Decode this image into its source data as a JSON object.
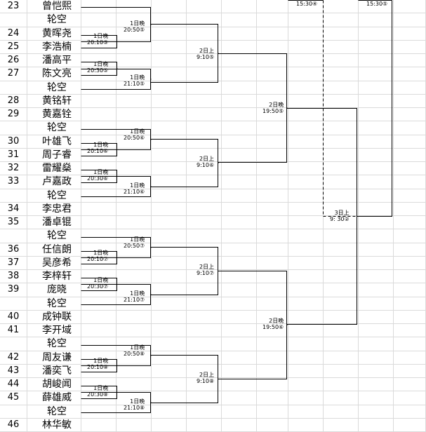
{
  "players": [
    {
      "num": "23",
      "name": "曾恺熙"
    },
    {
      "num": "",
      "name": "轮空"
    },
    {
      "num": "24",
      "name": "黄晖尧"
    },
    {
      "num": "25",
      "name": "李浩楠"
    },
    {
      "num": "26",
      "name": "潘高平"
    },
    {
      "num": "27",
      "name": "陈文亮"
    },
    {
      "num": "",
      "name": "轮空"
    },
    {
      "num": "28",
      "name": "黄铭轩"
    },
    {
      "num": "29",
      "name": "黄嘉铨"
    },
    {
      "num": "",
      "name": "轮空"
    },
    {
      "num": "30",
      "name": "叶雄飞"
    },
    {
      "num": "31",
      "name": "周子睿"
    },
    {
      "num": "32",
      "name": "雷耀燊"
    },
    {
      "num": "33",
      "name": "卢嘉政"
    },
    {
      "num": "",
      "name": "轮空"
    },
    {
      "num": "34",
      "name": "李忠君"
    },
    {
      "num": "35",
      "name": "潘卓锟"
    },
    {
      "num": "",
      "name": "轮空"
    },
    {
      "num": "36",
      "name": "任信朗"
    },
    {
      "num": "37",
      "name": "吴彦希"
    },
    {
      "num": "38",
      "name": "李梓轩"
    },
    {
      "num": "39",
      "name": "庞晓"
    },
    {
      "num": "",
      "name": "轮空"
    },
    {
      "num": "40",
      "name": "成钟联"
    },
    {
      "num": "41",
      "name": "李开域"
    },
    {
      "num": "",
      "name": "轮空"
    },
    {
      "num": "42",
      "name": "周友谦"
    },
    {
      "num": "43",
      "name": "潘奕飞"
    },
    {
      "num": "44",
      "name": "胡峻闻"
    },
    {
      "num": "45",
      "name": "薛雄威"
    },
    {
      "num": "",
      "name": "轮空"
    },
    {
      "num": "46",
      "name": "林华敏"
    }
  ],
  "labels": {
    "r1_1": {
      "day": "1日晚",
      "time": "20:10⑤"
    },
    "r1_2": {
      "day": "1日晚",
      "time": "20:30⑤"
    },
    "r1_3": {
      "day": "1日晚",
      "time": "20:10⑥"
    },
    "r1_4": {
      "day": "1日晚",
      "time": "20:30⑥"
    },
    "r1_5": {
      "day": "1日晚",
      "time": "20:10⑦"
    },
    "r1_6": {
      "day": "1日晚",
      "time": "20:30⑦"
    },
    "r1_7": {
      "day": "1日晚",
      "time": "20:10⑧"
    },
    "r1_8": {
      "day": "1日晚",
      "time": "20:30⑧"
    },
    "r2_1": {
      "day": "1日晚",
      "time": "20:50⑤"
    },
    "r2_2": {
      "day": "1日晚",
      "time": "21:10⑤"
    },
    "r2_3": {
      "day": "1日晚",
      "time": "20:50⑥"
    },
    "r2_4": {
      "day": "1日晚",
      "time": "21:10⑥"
    },
    "r2_5": {
      "day": "1日晚",
      "time": "20:50⑦"
    },
    "r2_6": {
      "day": "1日晚",
      "time": "21:10⑦"
    },
    "r2_7": {
      "day": "1日晚",
      "time": "20:50⑧"
    },
    "r2_8": {
      "day": "1日晚",
      "time": "21:10⑧"
    },
    "r3_1": {
      "day": "2日上",
      "time": "9:10⑤"
    },
    "r3_2": {
      "day": "2日上",
      "time": "9:10⑥"
    },
    "r3_3": {
      "day": "2日上",
      "time": "9:10⑦"
    },
    "r3_4": {
      "day": "2日上",
      "time": "9:10⑧"
    },
    "r4_1": {
      "day": "2日晚",
      "time": "19:50⑤"
    },
    "r4_2": {
      "day": "2日晚",
      "time": "19:50⑥"
    },
    "r5": {
      "day": "3日上",
      "time": "9: 30②"
    },
    "top_left": {
      "time": "15:30④"
    },
    "top_right": {
      "time": "15:30⑤"
    }
  }
}
